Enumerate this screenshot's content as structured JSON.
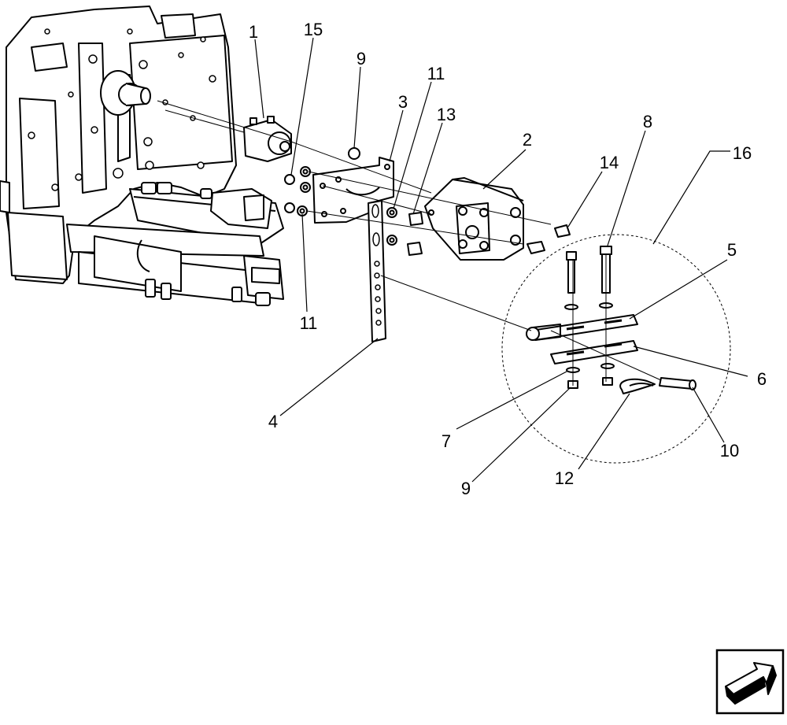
{
  "diagram": {
    "callouts": [
      "1",
      "15",
      "9",
      "11",
      "3",
      "13",
      "2",
      "8",
      "14",
      "16",
      "5",
      "6",
      "10",
      "12",
      "9",
      "7",
      "4",
      "11"
    ]
  },
  "nav": {
    "icon": "return-arrow-icon"
  }
}
